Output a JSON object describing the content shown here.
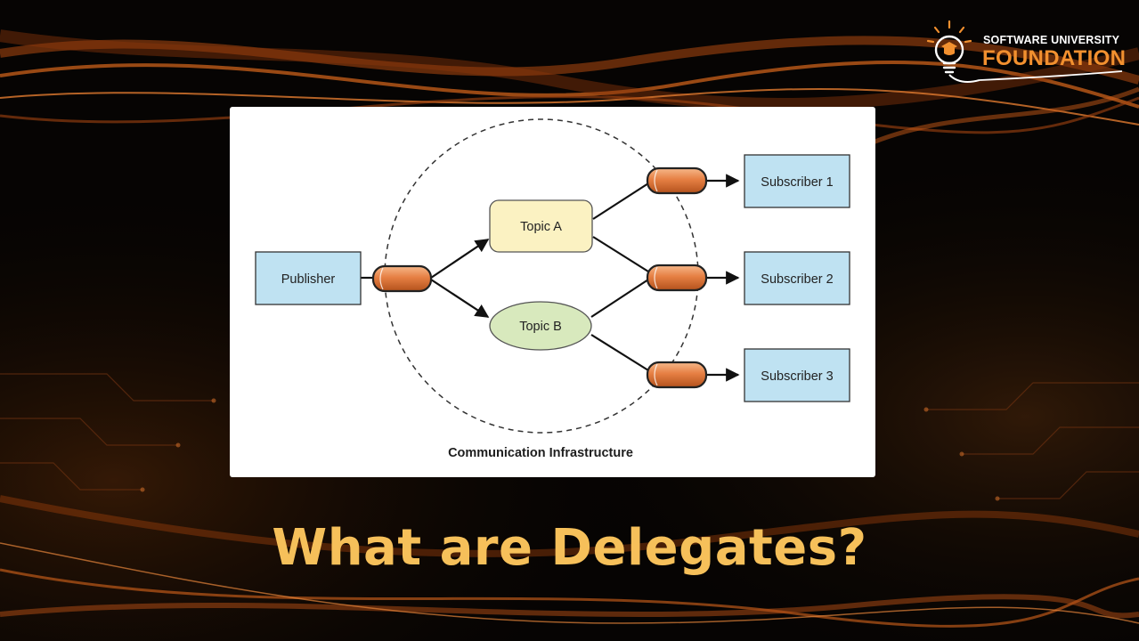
{
  "logo": {
    "line1": "SOFTWARE UNIVERSITY",
    "line2": "FOUNDATION",
    "icon": "lightbulb-graduate-icon"
  },
  "diagram": {
    "publisher": "Publisher",
    "topic_a": "Topic A",
    "topic_b": "Topic B",
    "subscribers": [
      "Subscriber 1",
      "Subscriber 2",
      "Subscriber 3"
    ],
    "caption": "Communication Infrastructure",
    "colors": {
      "rect_fill": "#bfe2f2",
      "topic_a_fill": "#fbf2c2",
      "topic_b_fill": "#d8e9bd",
      "pipe_fill": "#e67f43",
      "accent": "#f2902f"
    }
  },
  "slide": {
    "title": "What are Delegates?",
    "title_color": "#f6c05a"
  }
}
